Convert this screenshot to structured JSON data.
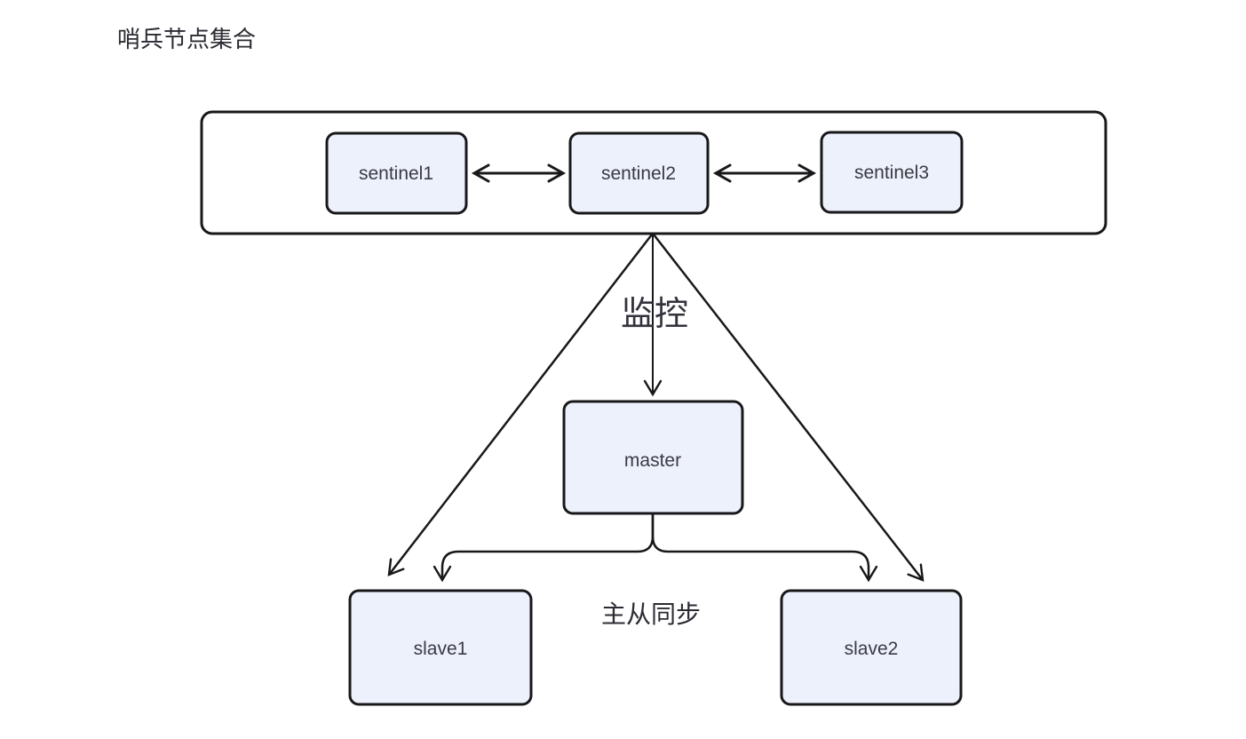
{
  "title": "哨兵节点集合",
  "nodes": {
    "sentinel1": {
      "label": "sentinel1"
    },
    "sentinel2": {
      "label": "sentinel2"
    },
    "sentinel3": {
      "label": "sentinel3"
    },
    "master": {
      "label": "master"
    },
    "slave1": {
      "label": "slave1"
    },
    "slave2": {
      "label": "slave2"
    }
  },
  "edge_labels": {
    "monitor": "监控",
    "sync": "主从同步"
  },
  "colors": {
    "node_fill": "#edf1fb",
    "stroke": "#18181b",
    "node_text": "#3a3a44",
    "title_text": "#2b2b33",
    "background": "#ffffff"
  }
}
